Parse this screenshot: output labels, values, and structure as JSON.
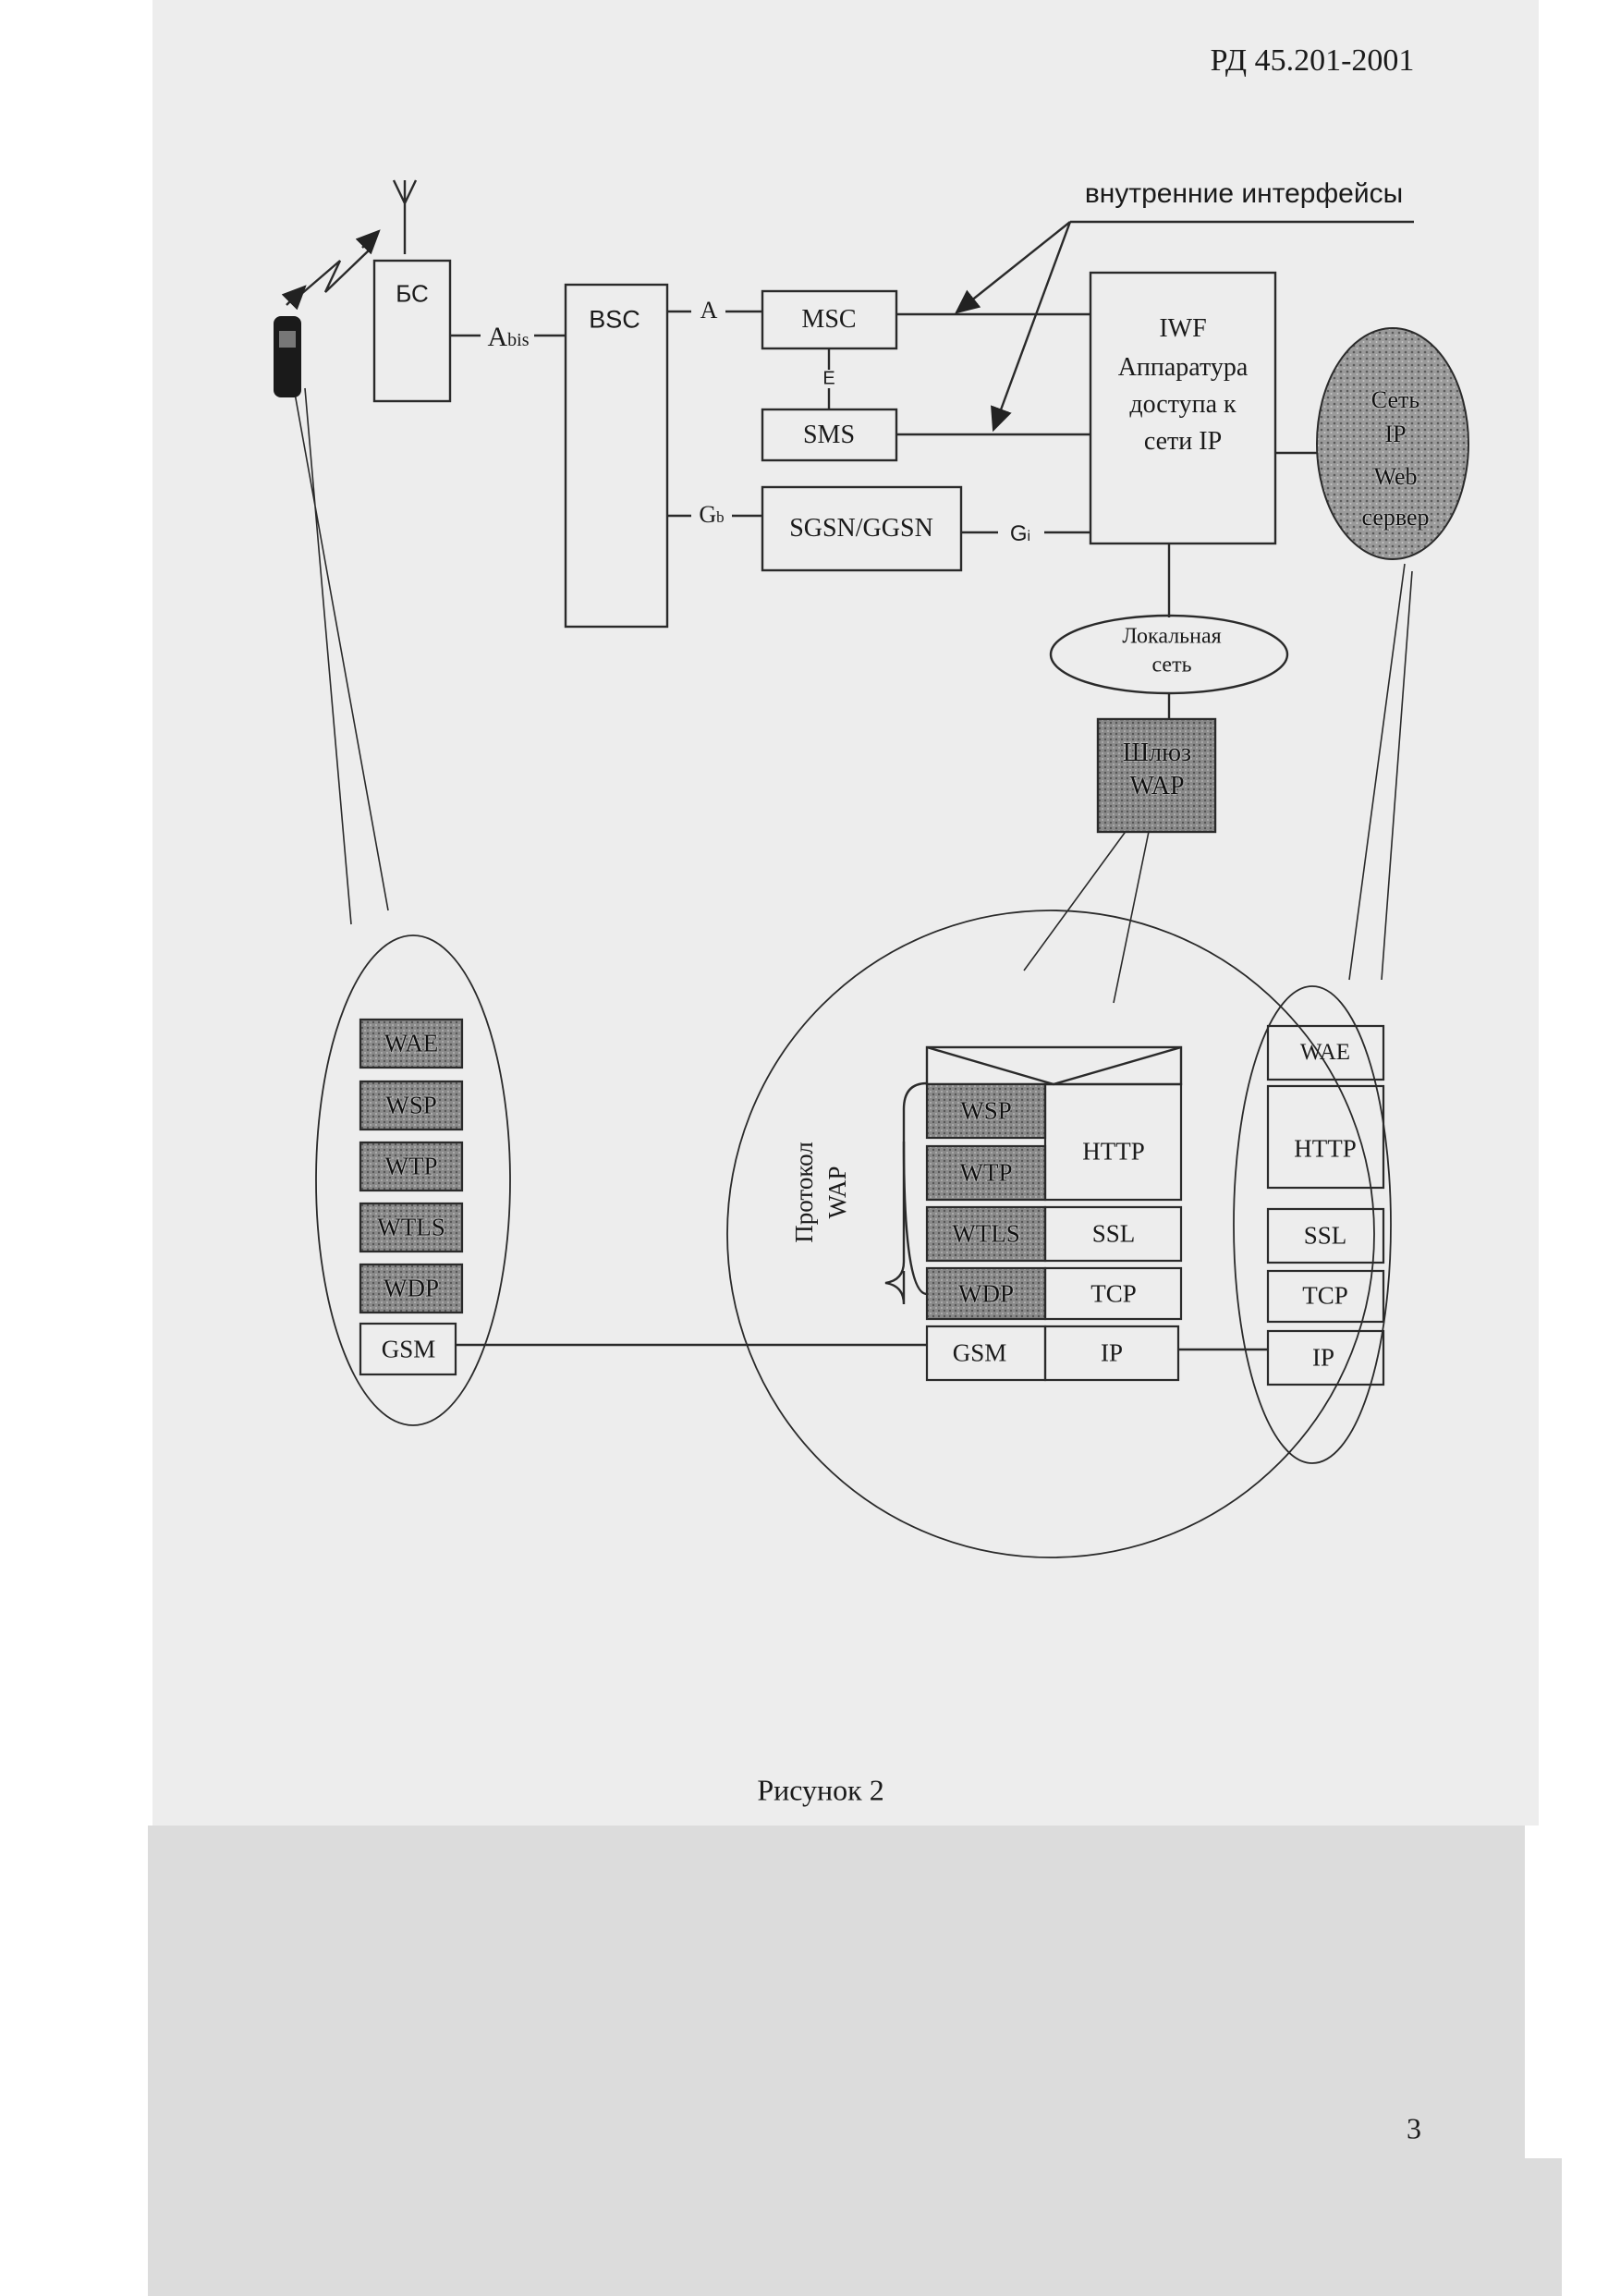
{
  "header": {
    "doc_code": "РД 45.201-2001"
  },
  "annotation": {
    "internal_interfaces": "внутренние интерфейсы"
  },
  "network": {
    "bs": "БС",
    "abis": "A",
    "abis_sub": "bis",
    "bsc": "BSC",
    "a": "A",
    "msc": "MSC",
    "e": "E",
    "sms": "SMS",
    "gb": "G",
    "gb_sub": "b",
    "sgsn": "SGSN/GGSN",
    "gi": "G",
    "gi_sub": "i",
    "iwf_lines": [
      "IWF",
      "Аппаратура",
      "доступа к",
      "сети IP"
    ],
    "ip_net_lines": [
      "Сеть",
      "IP",
      "Web",
      "сервер"
    ],
    "lan_lines": [
      "Локальная",
      "сеть"
    ],
    "gateway_lines": [
      "Шлюз",
      "WAP"
    ]
  },
  "mobile_stack": [
    "WAE",
    "WSP",
    "WTP",
    "WTLS",
    "WDP",
    "GSM"
  ],
  "gateway_stack": {
    "wap_protocol_lines": [
      "Протокол",
      "WAP"
    ],
    "left": [
      "WSP",
      "WTP",
      "WTLS",
      "WDP",
      "GSM"
    ],
    "right": [
      "HTTP",
      "SSL",
      "TCP",
      "IP"
    ]
  },
  "server_stack": [
    "WAE",
    "HTTP",
    "SSL",
    "TCP",
    "IP"
  ],
  "caption": "Рисунок 2",
  "page_number": "3",
  "colors": {
    "shaded_fill": "#7a7a7a",
    "line": "#2a2a2a",
    "paper": "#ededed"
  }
}
